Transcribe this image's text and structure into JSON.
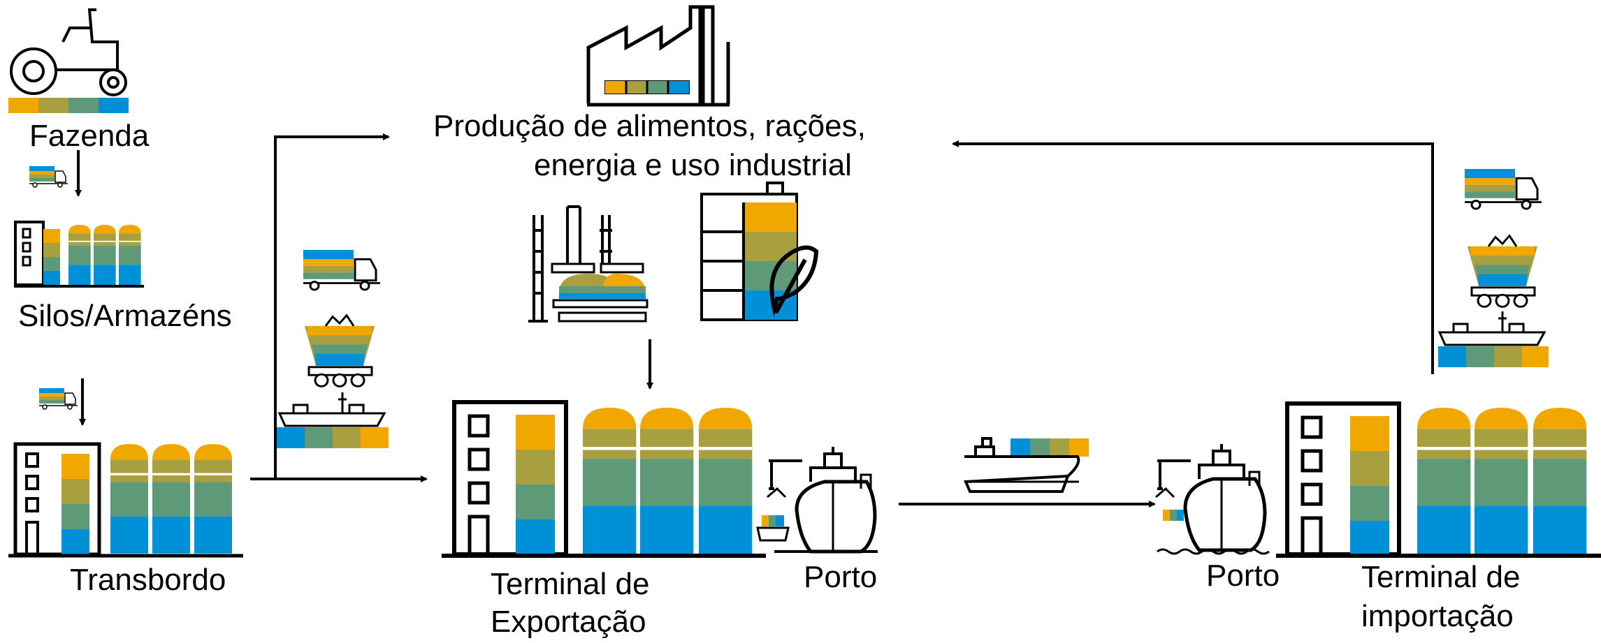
{
  "colors": {
    "orange": "#F0A800",
    "olive": "#A8A040",
    "green": "#5E9A78",
    "blue": "#0090D8",
    "stroke": "#000000"
  },
  "labels": {
    "farm": "Fazenda",
    "silos": "Silos/Armazéns",
    "transshipment": "Transbordo",
    "production_line1": "Produção de alimentos, rações,",
    "production_line2": "energia e uso industrial",
    "export_terminal_line1": "Terminal de",
    "export_terminal_line2": "Exportação",
    "port_export": "Porto",
    "port_import": "Porto",
    "import_terminal_line1": "Terminal de",
    "import_terminal_line2": "importação"
  },
  "icons": [
    "tractor-icon",
    "truck-icon",
    "silo-icon",
    "rail-car-icon",
    "ship-icon",
    "factory-icon",
    "refinery-icon",
    "biofuel-tank-icon",
    "leaf-icon",
    "port-crane-icon",
    "container-ship-icon",
    "terminal-building-icon",
    "arrow-icon"
  ]
}
